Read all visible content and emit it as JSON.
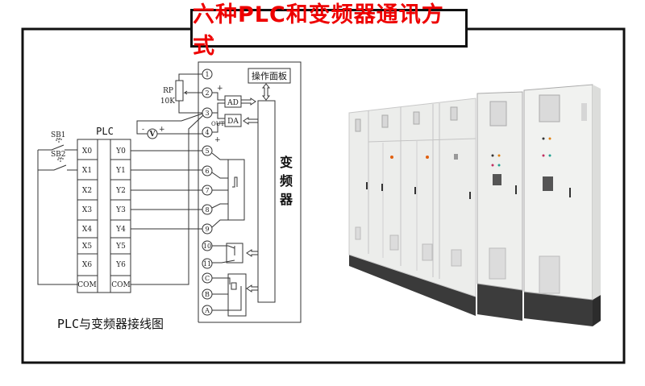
{
  "title": "六种PLC和变频器通讯方式",
  "diagram": {
    "caption": "PLC与变频器接线图",
    "plc_label": "PLC",
    "switches": [
      "SB1",
      "SB2"
    ],
    "plc_inputs": [
      "X0",
      "X1",
      "X2",
      "X3",
      "X4",
      "X5",
      "X6",
      "COM"
    ],
    "plc_outputs": [
      "Y0",
      "Y1",
      "Y2",
      "Y3",
      "Y4",
      "Y5",
      "Y6",
      "COM"
    ],
    "resistor_label": "RP",
    "resistor_value": "10K",
    "voltmeter": "V",
    "out_label": "OUT",
    "plus": "+",
    "minus": "-",
    "ad_label": "AD",
    "da_label": "DA",
    "panel_label": "操作面板",
    "inverter_label": [
      "变",
      "频",
      "器"
    ],
    "terminals": [
      "1",
      "2",
      "3",
      "4",
      "5",
      "6",
      "7",
      "8",
      "9",
      "10",
      "11",
      "C",
      "B",
      "A"
    ]
  },
  "colors": {
    "title": "#e00000",
    "cabinet": "#ecedeb",
    "plinth": "#3c3c3c"
  }
}
